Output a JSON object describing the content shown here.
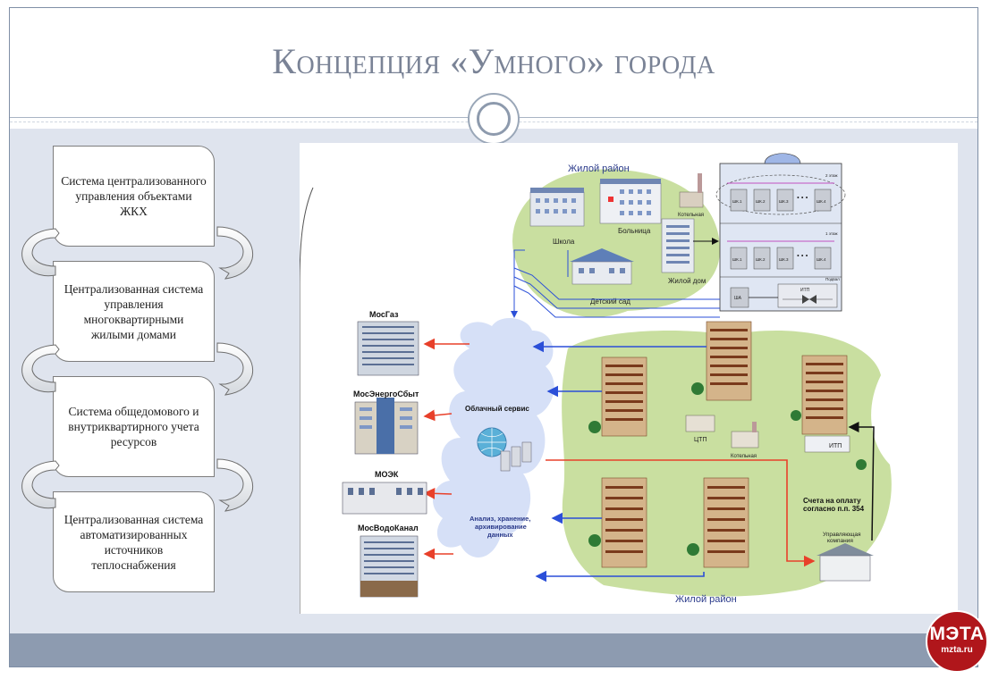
{
  "slide": {
    "title": "Концепция «Умного» города"
  },
  "systems": [
    {
      "label": "Система централизованного управления объектами ЖКХ"
    },
    {
      "label": "Централизованная система управления многоквартирными жилыми домами"
    },
    {
      "label": "Система общедомового и внутриквартирного учета ресурсов"
    },
    {
      "label": "Централизованная система автоматизированных источников теплоснабжения"
    }
  ],
  "diagram": {
    "district_top": "Жилой район",
    "district_bottom": "Жилой район",
    "school": "Школа",
    "hospital": "Больница",
    "boiler_top": "Котельная",
    "residential_house": "Жилой дом",
    "kindergarten": "Детский сад",
    "cloud_service": "Облачный сервис",
    "analysis": "Анализ, хранение, архивирование данных",
    "ctp": "ЦТП",
    "boiler_bottom": "Котельная",
    "itp": "ИТП",
    "bills": "Счета на оплату согласно п.п. 354",
    "management": "Управляющая компания",
    "providers": [
      "МосГаз",
      "МосЭнергоСбыт",
      "МОЭК",
      "МосВодоКанал"
    ],
    "floor_top": "2 этаж",
    "floor_mid": "1 этаж",
    "basement": "Подвал",
    "sha": "ША",
    "itp_small": "ИТП",
    "meter_cabinets_top": [
      "ШК.1",
      "ШК.2",
      "ШК.3",
      "ШК.4"
    ],
    "meter_cabinets_bottom": [
      "ШК.1",
      "ШК.2",
      "ШК.3",
      "ШК.4"
    ]
  },
  "logo": {
    "main": "МЭТА",
    "sub": "mzta.ru"
  },
  "colors": {
    "title": "#7a8396",
    "content_bg": "#dfe4ee",
    "footer": "#8d9bb0",
    "arrow_blue": "#2b4fd8",
    "arrow_red": "#e8402a",
    "green_area": "#c9dfa0",
    "cloud": "#d6e0f7",
    "logo_red": "#b0161b"
  }
}
